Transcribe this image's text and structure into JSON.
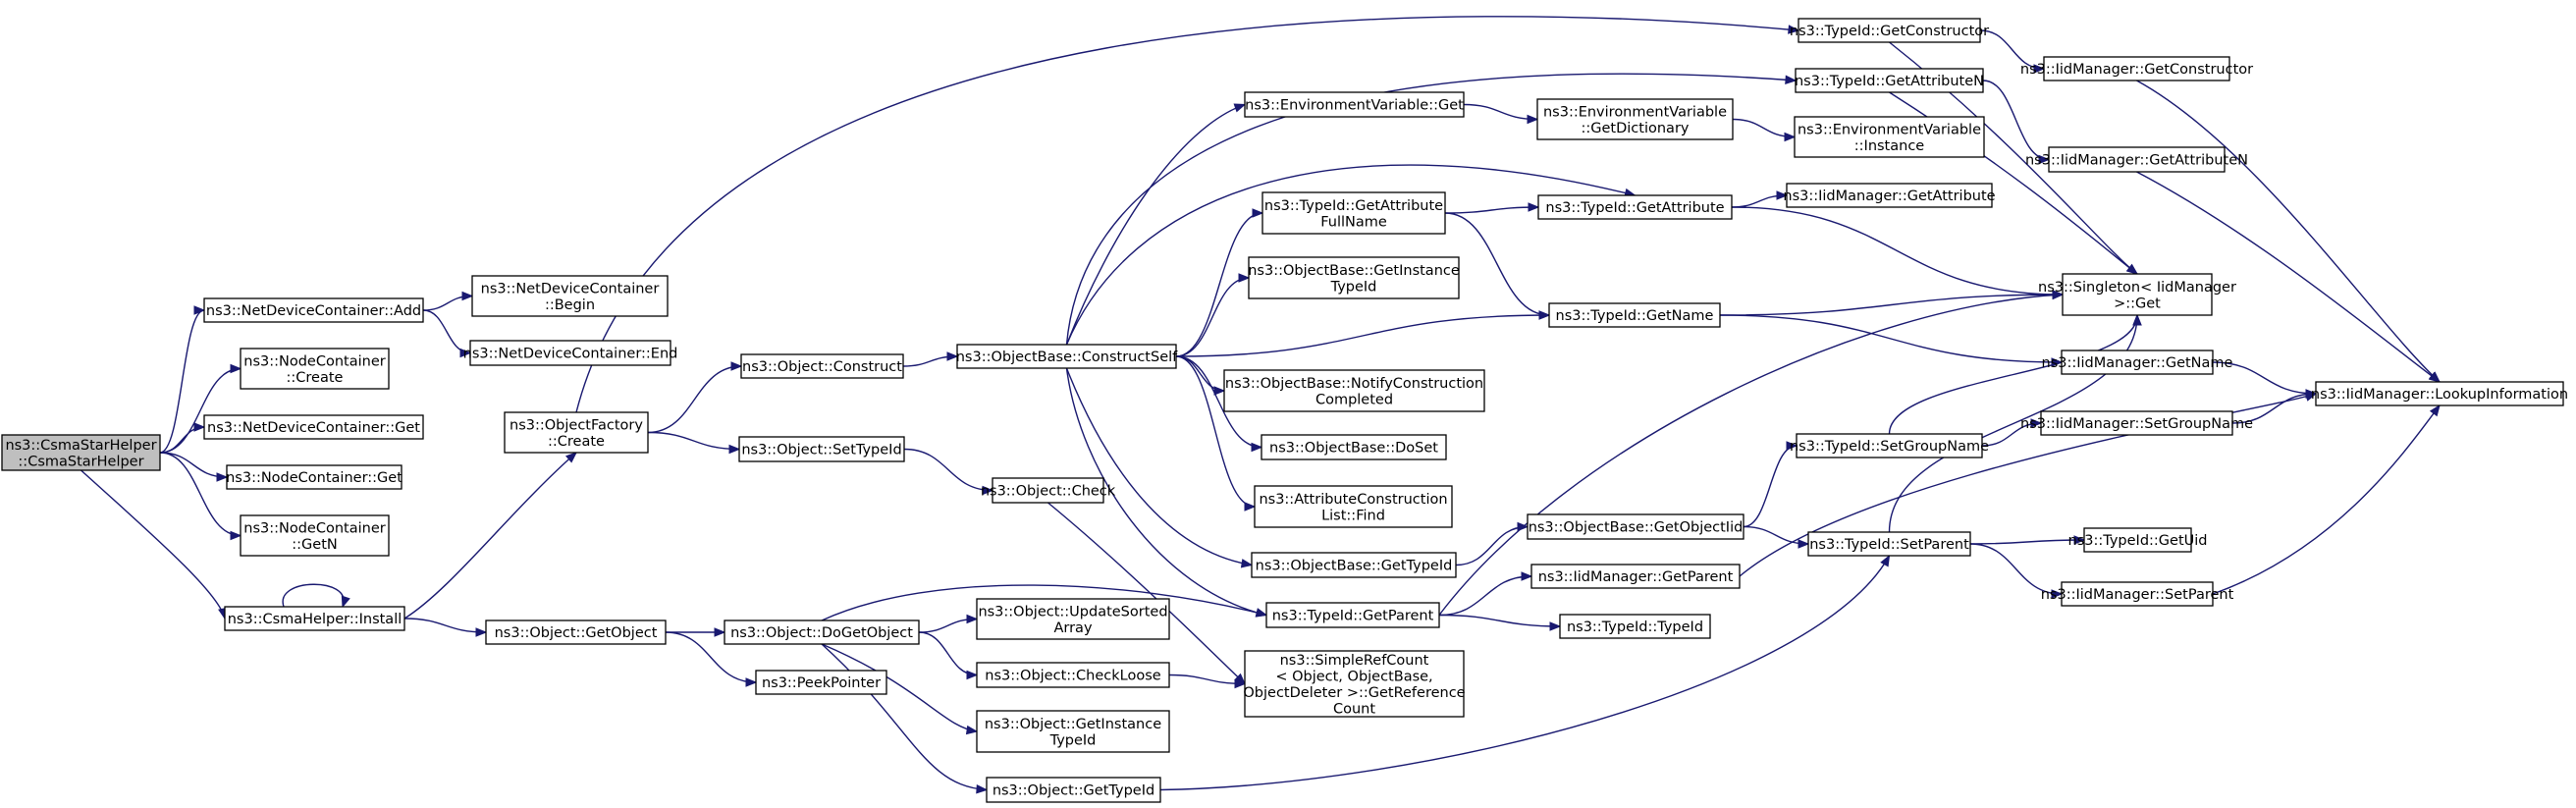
{
  "colors": {
    "edge": "#191970",
    "root_fill": "#bfbfbf",
    "node_fill": "#ffffff",
    "node_border": "#000000"
  },
  "nodes": [
    {
      "id": "csmastarhelper",
      "lines": [
        "ns3::CsmaStarHelper",
        "::CsmaStarHelper"
      ],
      "root": true
    },
    {
      "id": "ndc_add",
      "lines": [
        "ns3::NetDeviceContainer::Add"
      ]
    },
    {
      "id": "nodecontainer_create",
      "lines": [
        "ns3::NodeContainer",
        "::Create"
      ]
    },
    {
      "id": "ndc_get",
      "lines": [
        "ns3::NetDeviceContainer::Get"
      ]
    },
    {
      "id": "nodecontainer_get",
      "lines": [
        "ns3::NodeContainer::Get"
      ]
    },
    {
      "id": "nodecontainer_getn",
      "lines": [
        "ns3::NodeContainer",
        "::GetN"
      ]
    },
    {
      "id": "csmahelper_install",
      "lines": [
        "ns3::CsmaHelper::Install"
      ]
    },
    {
      "id": "ndc_begin",
      "lines": [
        "ns3::NetDeviceContainer",
        "::Begin"
      ]
    },
    {
      "id": "ndc_end",
      "lines": [
        "ns3::NetDeviceContainer::End"
      ]
    },
    {
      "id": "objectfactory_create",
      "lines": [
        "ns3::ObjectFactory",
        "::Create"
      ]
    },
    {
      "id": "object_getobject",
      "lines": [
        "ns3::Object::GetObject"
      ]
    },
    {
      "id": "object_construct",
      "lines": [
        "ns3::Object::Construct"
      ]
    },
    {
      "id": "object_settypeid",
      "lines": [
        "ns3::Object::SetTypeId"
      ]
    },
    {
      "id": "object_dogetobject",
      "lines": [
        "ns3::Object::DoGetObject"
      ]
    },
    {
      "id": "peekpointer",
      "lines": [
        "ns3::PeekPointer"
      ]
    },
    {
      "id": "objectbase_constructself",
      "lines": [
        "ns3::ObjectBase::ConstructSelf"
      ]
    },
    {
      "id": "object_check",
      "lines": [
        "ns3::Object::Check"
      ]
    },
    {
      "id": "object_updatesortedarray",
      "lines": [
        "ns3::Object::UpdateSorted",
        "Array"
      ]
    },
    {
      "id": "object_checkloose",
      "lines": [
        "ns3::Object::CheckLoose"
      ]
    },
    {
      "id": "object_getinstancetypeid",
      "lines": [
        "ns3::Object::GetInstance",
        "TypeId"
      ]
    },
    {
      "id": "object_gettypeid",
      "lines": [
        "ns3::Object::GetTypeId"
      ]
    },
    {
      "id": "envvar_get",
      "lines": [
        "ns3::EnvironmentVariable::Get"
      ]
    },
    {
      "id": "typeid_getattributefullname",
      "lines": [
        "ns3::TypeId::GetAttribute",
        "FullName"
      ]
    },
    {
      "id": "objectbase_getinstancetypeid",
      "lines": [
        "ns3::ObjectBase::GetInstance",
        "TypeId"
      ]
    },
    {
      "id": "objectbase_notifyconstructioncompleted",
      "lines": [
        "ns3::ObjectBase::NotifyConstruction",
        "Completed"
      ]
    },
    {
      "id": "objectbase_doset",
      "lines": [
        "ns3::ObjectBase::DoSet"
      ]
    },
    {
      "id": "attributeconstructionlist_find",
      "lines": [
        "ns3::AttributeConstruction",
        "List::Find"
      ]
    },
    {
      "id": "objectbase_gettypeid",
      "lines": [
        "ns3::ObjectBase::GetTypeId"
      ]
    },
    {
      "id": "typeid_getparent",
      "lines": [
        "ns3::TypeId::GetParent"
      ]
    },
    {
      "id": "simplerefcount_getreferencecount",
      "lines": [
        "ns3::SimpleRefCount",
        "< Object, ObjectBase,",
        "ObjectDeleter >::GetReference",
        "Count"
      ]
    },
    {
      "id": "envvar_getdictionary",
      "lines": [
        "ns3::EnvironmentVariable",
        "::GetDictionary"
      ]
    },
    {
      "id": "typeid_getattribute",
      "lines": [
        "ns3::TypeId::GetAttribute"
      ]
    },
    {
      "id": "typeid_getname",
      "lines": [
        "ns3::TypeId::GetName"
      ]
    },
    {
      "id": "objectbase_getobjectiid",
      "lines": [
        "ns3::ObjectBase::GetObjectIid"
      ]
    },
    {
      "id": "iidmanager_getparent",
      "lines": [
        "ns3::IidManager::GetParent"
      ]
    },
    {
      "id": "typeid_typeid",
      "lines": [
        "ns3::TypeId::TypeId"
      ]
    },
    {
      "id": "typeid_getconstructor",
      "lines": [
        "ns3::TypeId::GetConstructor"
      ]
    },
    {
      "id": "typeid_getattributen",
      "lines": [
        "ns3::TypeId::GetAttributeN"
      ]
    },
    {
      "id": "envvar_instance",
      "lines": [
        "ns3::EnvironmentVariable",
        "::Instance"
      ]
    },
    {
      "id": "iidmanager_getattribute",
      "lines": [
        "ns3::IidManager::GetAttribute"
      ]
    },
    {
      "id": "typeid_setgroupname",
      "lines": [
        "ns3::TypeId::SetGroupName"
      ]
    },
    {
      "id": "typeid_setparent",
      "lines": [
        "ns3::TypeId::SetParent"
      ]
    },
    {
      "id": "iidmanager_getconstructor",
      "lines": [
        "ns3::IidManager::GetConstructor"
      ]
    },
    {
      "id": "iidmanager_getattributen",
      "lines": [
        "ns3::IidManager::GetAttributeN"
      ]
    },
    {
      "id": "singleton_get",
      "lines": [
        "ns3::Singleton< IidManager",
        ">::Get"
      ]
    },
    {
      "id": "iidmanager_getname",
      "lines": [
        "ns3::IidManager::GetName"
      ]
    },
    {
      "id": "iidmanager_setgroupname",
      "lines": [
        "ns3::IidManager::SetGroupName"
      ]
    },
    {
      "id": "typeid_getuid",
      "lines": [
        "ns3::TypeId::GetUid"
      ]
    },
    {
      "id": "iidmanager_setparent",
      "lines": [
        "ns3::IidManager::SetParent"
      ]
    },
    {
      "id": "iidmanager_lookupinformation",
      "lines": [
        "ns3::IidManager::LookupInformation"
      ]
    }
  ],
  "edges": [
    {
      "from": "csmastarhelper",
      "to": "ndc_add"
    },
    {
      "from": "csmastarhelper",
      "to": "nodecontainer_create"
    },
    {
      "from": "csmastarhelper",
      "to": "ndc_get"
    },
    {
      "from": "csmastarhelper",
      "to": "nodecontainer_get"
    },
    {
      "from": "csmastarhelper",
      "to": "nodecontainer_getn"
    },
    {
      "from": "csmastarhelper",
      "to": "csmahelper_install"
    },
    {
      "from": "ndc_add",
      "to": "ndc_begin"
    },
    {
      "from": "ndc_add",
      "to": "ndc_end"
    },
    {
      "from": "csmahelper_install",
      "to": "csmahelper_install"
    },
    {
      "from": "csmahelper_install",
      "to": "objectfactory_create"
    },
    {
      "from": "csmahelper_install",
      "to": "object_getobject"
    },
    {
      "from": "objectfactory_create",
      "to": "typeid_getconstructor"
    },
    {
      "from": "objectfactory_create",
      "to": "object_construct"
    },
    {
      "from": "objectfactory_create",
      "to": "object_settypeid"
    },
    {
      "from": "object_construct",
      "to": "objectbase_constructself"
    },
    {
      "from": "object_settypeid",
      "to": "object_check"
    },
    {
      "from": "object_check",
      "to": "simplerefcount_getreferencecount"
    },
    {
      "from": "object_getobject",
      "to": "object_dogetobject"
    },
    {
      "from": "object_getobject",
      "to": "peekpointer"
    },
    {
      "from": "object_dogetobject",
      "to": "typeid_getparent"
    },
    {
      "from": "object_dogetobject",
      "to": "object_updatesortedarray"
    },
    {
      "from": "object_dogetobject",
      "to": "object_checkloose"
    },
    {
      "from": "object_dogetobject",
      "to": "object_getinstancetypeid"
    },
    {
      "from": "object_dogetobject",
      "to": "object_gettypeid"
    },
    {
      "from": "object_checkloose",
      "to": "simplerefcount_getreferencecount"
    },
    {
      "from": "object_gettypeid",
      "to": "typeid_setparent"
    },
    {
      "from": "objectbase_constructself",
      "to": "typeid_getattributen"
    },
    {
      "from": "objectbase_constructself",
      "to": "envvar_get"
    },
    {
      "from": "objectbase_constructself",
      "to": "typeid_getattribute"
    },
    {
      "from": "objectbase_constructself",
      "to": "typeid_getattributefullname"
    },
    {
      "from": "objectbase_constructself",
      "to": "objectbase_getinstancetypeid"
    },
    {
      "from": "objectbase_constructself",
      "to": "typeid_getname"
    },
    {
      "from": "objectbase_constructself",
      "to": "objectbase_notifyconstructioncompleted"
    },
    {
      "from": "objectbase_constructself",
      "to": "objectbase_doset"
    },
    {
      "from": "objectbase_constructself",
      "to": "attributeconstructionlist_find"
    },
    {
      "from": "objectbase_constructself",
      "to": "objectbase_gettypeid"
    },
    {
      "from": "objectbase_constructself",
      "to": "typeid_getparent"
    },
    {
      "from": "envvar_get",
      "to": "envvar_getdictionary"
    },
    {
      "from": "envvar_getdictionary",
      "to": "envvar_instance"
    },
    {
      "from": "typeid_getattributefullname",
      "to": "typeid_getattribute"
    },
    {
      "from": "typeid_getattributefullname",
      "to": "typeid_getname"
    },
    {
      "from": "typeid_getattribute",
      "to": "iidmanager_getattribute"
    },
    {
      "from": "typeid_getattribute",
      "to": "singleton_get"
    },
    {
      "from": "typeid_getname",
      "to": "singleton_get"
    },
    {
      "from": "typeid_getname",
      "to": "iidmanager_getname"
    },
    {
      "from": "objectbase_gettypeid",
      "to": "objectbase_getobjectiid"
    },
    {
      "from": "objectbase_getobjectiid",
      "to": "typeid_setgroupname"
    },
    {
      "from": "objectbase_getobjectiid",
      "to": "typeid_setparent"
    },
    {
      "from": "typeid_getparent",
      "to": "singleton_get"
    },
    {
      "from": "typeid_getparent",
      "to": "iidmanager_getparent"
    },
    {
      "from": "typeid_getparent",
      "to": "typeid_typeid"
    },
    {
      "from": "iidmanager_getparent",
      "to": "iidmanager_lookupinformation"
    },
    {
      "from": "typeid_getconstructor",
      "to": "iidmanager_getconstructor"
    },
    {
      "from": "typeid_getconstructor",
      "to": "singleton_get"
    },
    {
      "from": "typeid_getattributen",
      "to": "iidmanager_getattributen"
    },
    {
      "from": "typeid_getattributen",
      "to": "singleton_get"
    },
    {
      "from": "typeid_setgroupname",
      "to": "singleton_get"
    },
    {
      "from": "typeid_setgroupname",
      "to": "iidmanager_setgroupname"
    },
    {
      "from": "typeid_setparent",
      "to": "singleton_get"
    },
    {
      "from": "typeid_setparent",
      "to": "typeid_getuid"
    },
    {
      "from": "typeid_setparent",
      "to": "iidmanager_setparent"
    },
    {
      "from": "iidmanager_getconstructor",
      "to": "iidmanager_lookupinformation"
    },
    {
      "from": "iidmanager_getattributen",
      "to": "iidmanager_lookupinformation"
    },
    {
      "from": "iidmanager_getname",
      "to": "iidmanager_lookupinformation"
    },
    {
      "from": "iidmanager_setgroupname",
      "to": "iidmanager_lookupinformation"
    },
    {
      "from": "iidmanager_setparent",
      "to": "iidmanager_lookupinformation"
    }
  ]
}
